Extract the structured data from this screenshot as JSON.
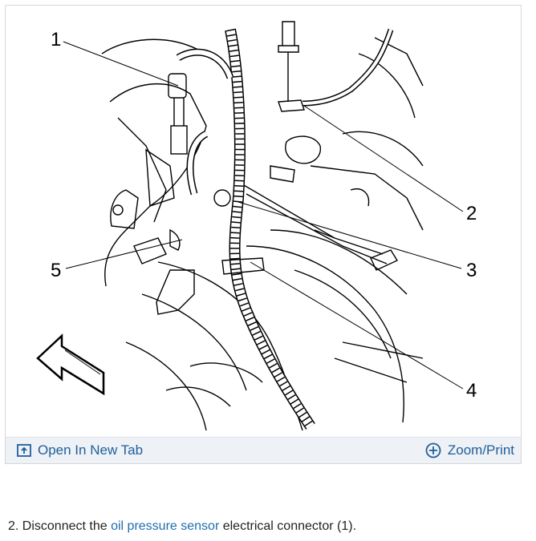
{
  "figure": {
    "callouts": [
      "1",
      "2",
      "3",
      "4",
      "5"
    ],
    "toolbar": {
      "open_new_tab": {
        "label": "Open In New Tab",
        "icon": "open-in-new-tab-icon"
      },
      "zoom_print": {
        "label": "Zoom/Print",
        "icon": "zoom-plus-icon"
      }
    }
  },
  "step": {
    "number": "2.",
    "text_before": "Disconnect the",
    "link": "oil pressure sensor",
    "text_after": "electrical connector (1)."
  },
  "colors": {
    "link": "#1f6cae",
    "toolbar_bg": "#eef1f5"
  }
}
